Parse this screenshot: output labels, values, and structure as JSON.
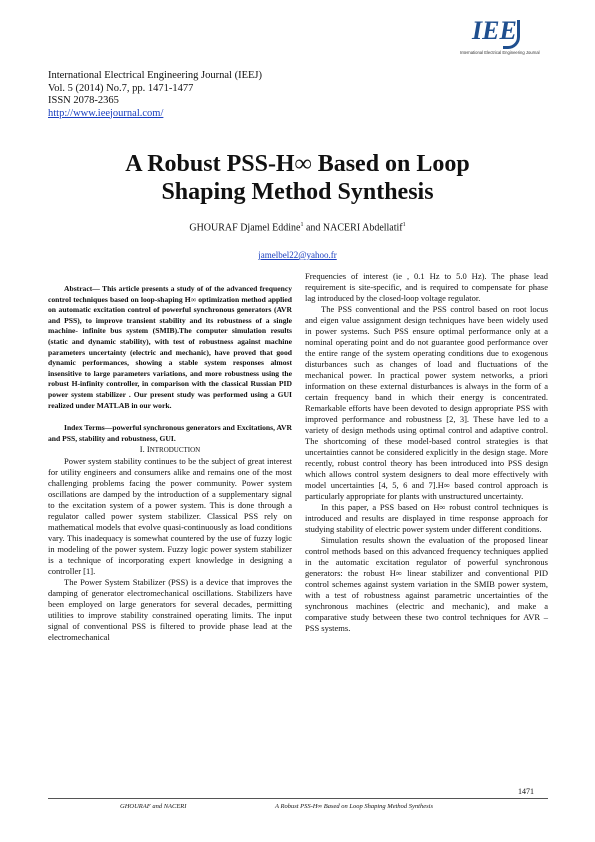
{
  "logo": {
    "mark": "IEE",
    "tagline": "International Electrical Engineering Journal"
  },
  "journal": {
    "name": "International Electrical Engineering Journal (IEEJ)",
    "volume": "Vol. 5 (2014) No.7, pp. 1471-1477",
    "issn": "ISSN 2078-2365",
    "url": "http://www.ieejournal.com/"
  },
  "paper": {
    "title_line1": "A Robust PSS-H∞ Based on Loop",
    "title_line2": "Shaping Method Synthesis",
    "author1": "GHOURAF Djamel Eddine",
    "author1_sup": "1",
    "author_and": " and ",
    "author2": "NACERI Abdellatif",
    "author2_sup": "1",
    "email": "jamelbel22@yahoo.fr"
  },
  "left_column": {
    "abstract": "Abstract— This article presents a study of of the advanced frequency control techniques based on loop-shaping H∞ optimization method applied on automatic excitation control of powerful synchronous generators (AVR and PSS), to improve transient stability and its robustness of a single machine- infinite bus system (SMIB).The computer simulation results (static and dynamic stability), with test of robustness against machine parameters uncertainty (electric and mechanic), have proved that good dynamic performances, showing a stable system responses almost insensitive to large parameters variations, and more robustness using the robust H-infinity controller, in comparison with the classical Russian PID power system stabilizer . Our present study was performed using a GUI realized under MATLAB in our work.",
    "index_terms": "Index Terms—powerful synchronous generators and Excitations, AVR and PSS, stability and robustness, GUI.",
    "section_num": "I. ",
    "section_first": "I",
    "section_rest": "NTRODUCTION",
    "p1": "Power system stability continues to be the subject of great interest for utility engineers and consumers alike and remains one of the most challenging problems facing the power community. Power system oscillations are damped by the introduction of a supplementary signal to the excitation system of a power system. This is done through a regulator called power system stabilizer. Classical PSS rely on mathematical models that evolve quasi-continuously as load conditions vary. This inadequacy is somewhat countered by the use of fuzzy logic in modeling of the power system. Fuzzy logic power system stabilizer is a technique of incorporating expert knowledge in designing a controller [1].",
    "p2": "The Power System Stabilizer (PSS) is a device that improves the damping of generator electromechanical oscillations. Stabilizers have been employed on large generators for several decades, permitting utilities to improve stability constrained operating limits. The input signal of conventional PSS is filtered to provide phase lead at the electromechanical"
  },
  "right_column": {
    "p0": "Frequencies of interest (ie , 0.1 Hz to 5.0 Hz). The phase lead requirement is site-specific, and is required to compensate for phase lag introduced by the closed-loop voltage regulator.",
    "p1": "The PSS conventional and the PSS control based on root locus and eigen value assignment design techniques have been widely used in power systems. Such PSS ensure optimal performance only at a nominal operating point and do not guarantee good performance over the entire range of the system operating conditions due to exogenous disturbances such as changes of load and fluctuations of the mechanical power. In practical power system networks, a priori information on these external disturbances is always in the form of a certain frequency band in which their energy is concentrated. Remarkable efforts have been devoted to design appropriate PSS with improved performance and robustness [2, 3]. These have led to a variety of design methods using optimal control and adaptive control. The shortcoming of these model-based control strategies is that uncertainties cannot be considered explicitly in the design stage. More recently, robust control theory has been introduced into PSS design which allows control system designers to deal more effectively with model uncertainties [4, 5, 6 and 7].H∞ based control approach is particularly appropriate for plants with unstructured uncertainty.",
    "p2": "In this paper, a PSS based on H∞ robust control techniques is introduced and results are displayed in time response approach for studying stability of electric power system under different conditions.",
    "p3": "Simulation results shown the evaluation of the proposed linear control methods based on this advanced frequency techniques applied in the automatic excitation regulator of powerful synchronous generators: the robust H∞ linear stabilizer and conventional PID control schemes against system variation in the SMIB power system, with a test of robustness against parametric uncertainties of the synchronous machines (electric and mechanic), and make a comparative study between these two control techniques for AVR – PSS systems."
  },
  "footer": {
    "page_number": "1471",
    "left": "GHOURAF and NACERI",
    "right": "A Robust PSS-H∞ Based on Loop Shaping Method Synthesis"
  }
}
